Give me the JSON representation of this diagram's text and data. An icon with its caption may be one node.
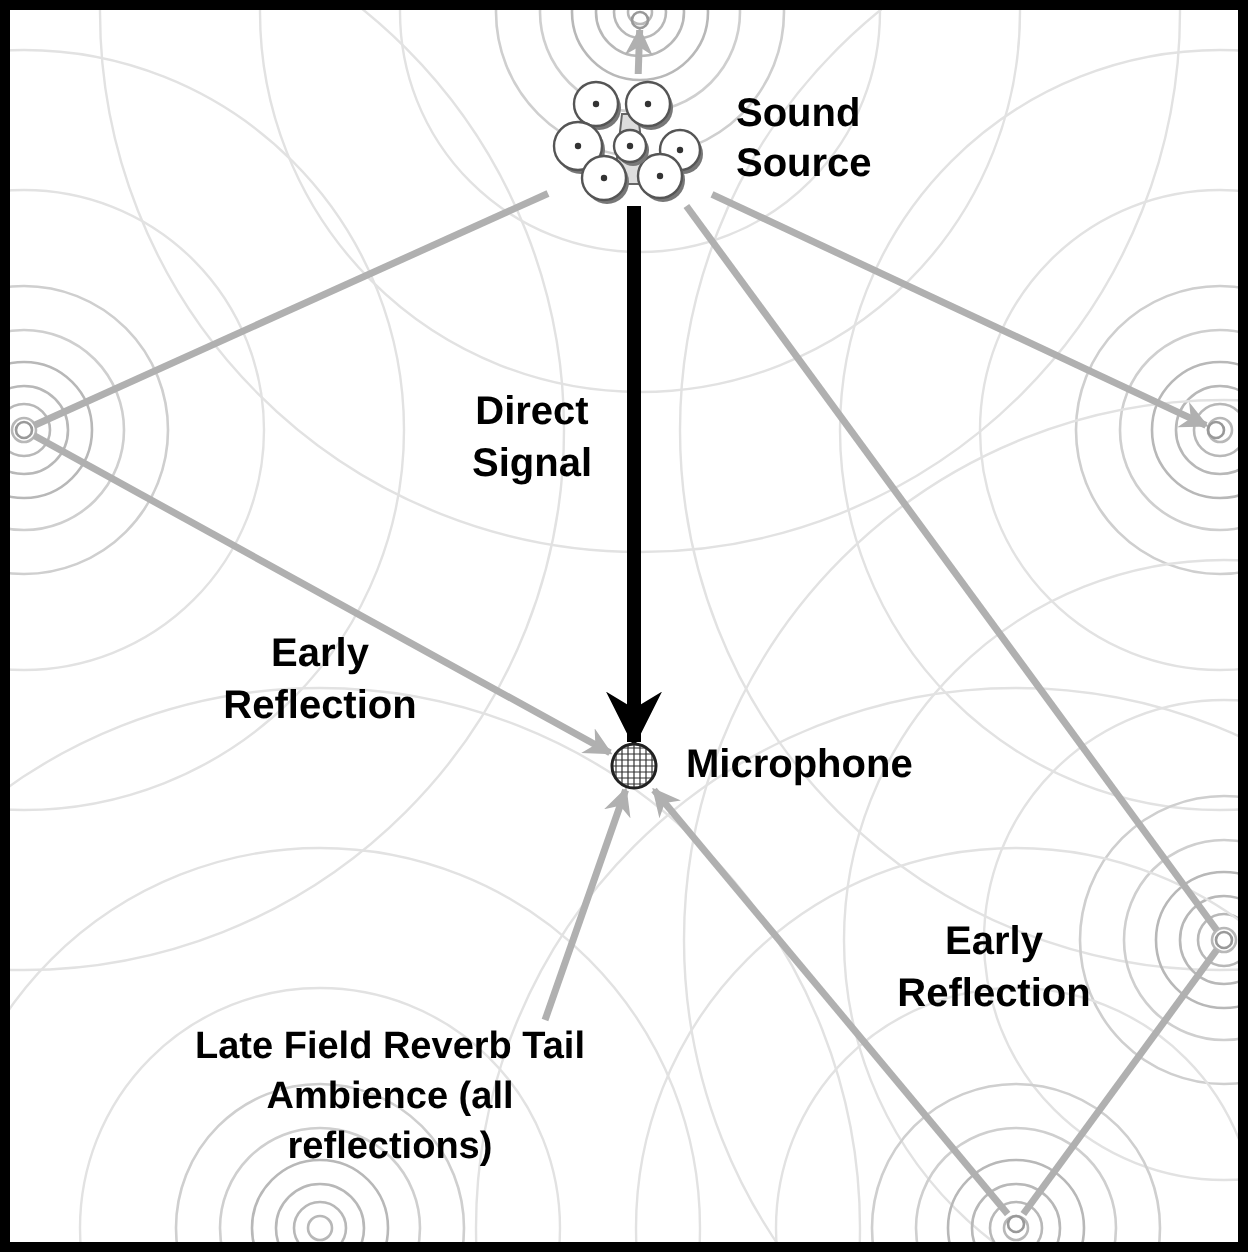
{
  "diagram": {
    "nodes": [
      {
        "text": [],
        "shape": "picture",
        "beside": [
          "Sound Source"
        ]
      },
      {
        "text": [],
        "shape": "circle",
        "beside": [
          "Microphone"
        ]
      },
      {
        "text": [],
        "shape": "circle"
      },
      {
        "text": [],
        "shape": "circle"
      },
      {
        "text": [],
        "shape": "circle"
      },
      {
        "text": [],
        "shape": "circle"
      },
      {
        "text": [],
        "shape": "circle"
      },
      {
        "text": [
          "Late Field Reverb Tail Ambience (all reflections)"
        ]
      }
    ],
    "edges": [
      {
        "from": 0,
        "to": 1,
        "arrow": "to",
        "label": "Direct Signal",
        "style": "thick",
        "color": "#000000"
      },
      {
        "from": 0,
        "to": 2,
        "arrow": "none"
      },
      {
        "from": 2,
        "to": 1,
        "arrow": "to",
        "label": "Early Reflection"
      },
      {
        "from": 0,
        "to": 3,
        "arrow": "to"
      },
      {
        "from": 0,
        "to": 4,
        "arrow": "none"
      },
      {
        "from": 4,
        "to": 5,
        "arrow": "none"
      },
      {
        "from": 5,
        "to": 1,
        "arrow": "to",
        "label": "Early Reflection"
      },
      {
        "from": 7,
        "to": 1,
        "arrow": "to"
      },
      {
        "from": 0,
        "to": 6,
        "arrow": "to"
      }
    ]
  }
}
